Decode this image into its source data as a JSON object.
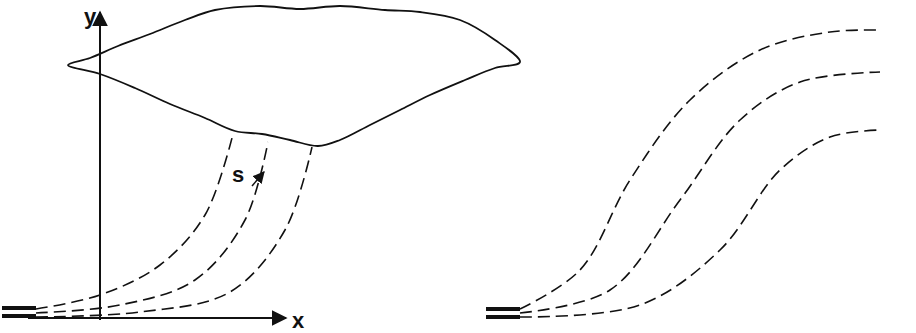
{
  "diagram": {
    "labels": [
      "y",
      "x",
      "s"
    ]
  }
}
